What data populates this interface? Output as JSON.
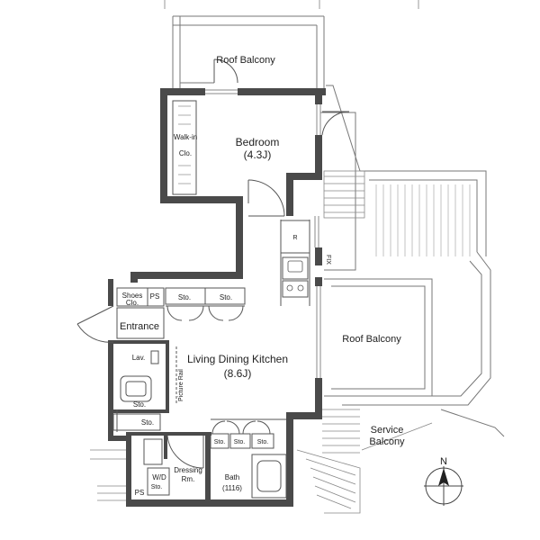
{
  "rooms": {
    "roof_balcony_top": "Roof Balcony",
    "bedroom": "Bedroom",
    "bedroom_size": "(4.3J)",
    "walk_in_a": "Walk-in",
    "walk_in_b": "Clo.",
    "ldk": "Living Dining Kitchen",
    "ldk_size": "(8.6J)",
    "roof_balcony_right": "Roof Balcony",
    "service_balcony_a": "Service",
    "service_balcony_b": "Balcony",
    "entrance": "Entrance",
    "shoes_a": "Shoes",
    "shoes_b": "Clo.",
    "ps_top": "PS",
    "ps_bottom": "PS",
    "sto_1": "Sto.",
    "sto_2": "Sto.",
    "sto_3": "Sto.",
    "sto_4": "Sto.",
    "sto_5": "Sto.",
    "sto_6": "Sto.",
    "sto_7": "Sto.",
    "sto_8": "Sto.",
    "lav": "Lav.",
    "picture_rail": "Picture Rail",
    "dressing_a": "Dressing",
    "dressing_b": "Rm.",
    "wd": "W/D",
    "bath": "Bath",
    "bath_size": "(1116)",
    "fix": "FIX",
    "refrigerator": "R"
  },
  "compass": {
    "north": "N"
  }
}
